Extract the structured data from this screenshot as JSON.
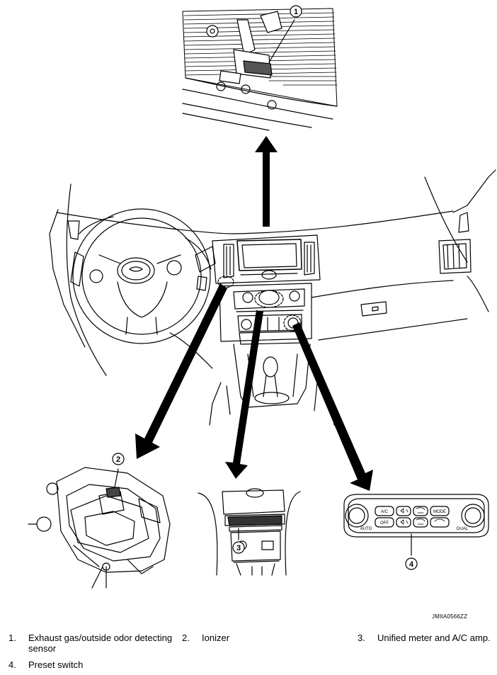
{
  "callouts": [
    "1",
    "2",
    "3",
    "4"
  ],
  "figure_id": "JMIIA0566ZZ",
  "panel_labels": {
    "ac": "A/C",
    "mode": "MODE",
    "off": "OFF",
    "auto": "AUTO",
    "dual": "DUAL"
  },
  "legend": [
    {
      "num": "1.",
      "text": "Exhaust gas/outside odor detecting sensor"
    },
    {
      "num": "2.",
      "text": "Ionizer"
    },
    {
      "num": "3.",
      "text": "Unified meter and A/C amp."
    },
    {
      "num": "4.",
      "text": "Preset switch"
    }
  ]
}
